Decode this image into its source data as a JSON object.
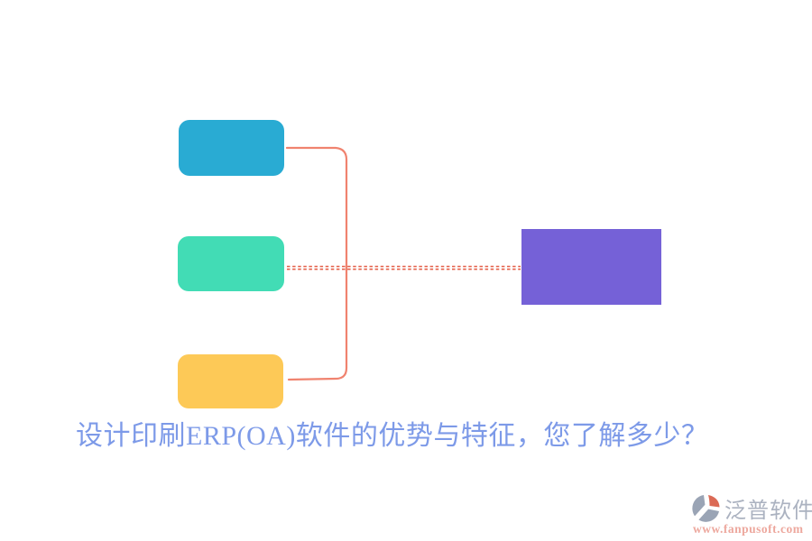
{
  "title": {
    "text": "设计印刷ERP(OA)软件的优势与特征，您了解多少？",
    "color": "#7d9ae8"
  },
  "diagram": {
    "nodes": [
      {
        "id": "feature-top",
        "label": "",
        "shape": "rounded-rect",
        "color": "#29abd3"
      },
      {
        "id": "feature-middle",
        "label": "",
        "shape": "rounded-rect",
        "color": "#42dcb5"
      },
      {
        "id": "feature-bottom",
        "label": "",
        "shape": "rounded-rect",
        "color": "#fdc957"
      },
      {
        "id": "result",
        "label": "",
        "shape": "rect",
        "color": "#7561d7"
      }
    ],
    "connectors": {
      "bracket_color": "#f0836f",
      "dashed_color": "#e4604a",
      "bracket_style": "solid curved bracket joining top and bottom nodes",
      "dashed_style": "double dashed line from middle node to result node"
    }
  },
  "watermark": {
    "brand": "泛普软件",
    "url": "www.fanpusoft.com",
    "brand_color": "#abb2c0",
    "url_color": "#eda89e",
    "logo_gray": "#9aa4b5",
    "logo_coral": "#db6a55"
  }
}
